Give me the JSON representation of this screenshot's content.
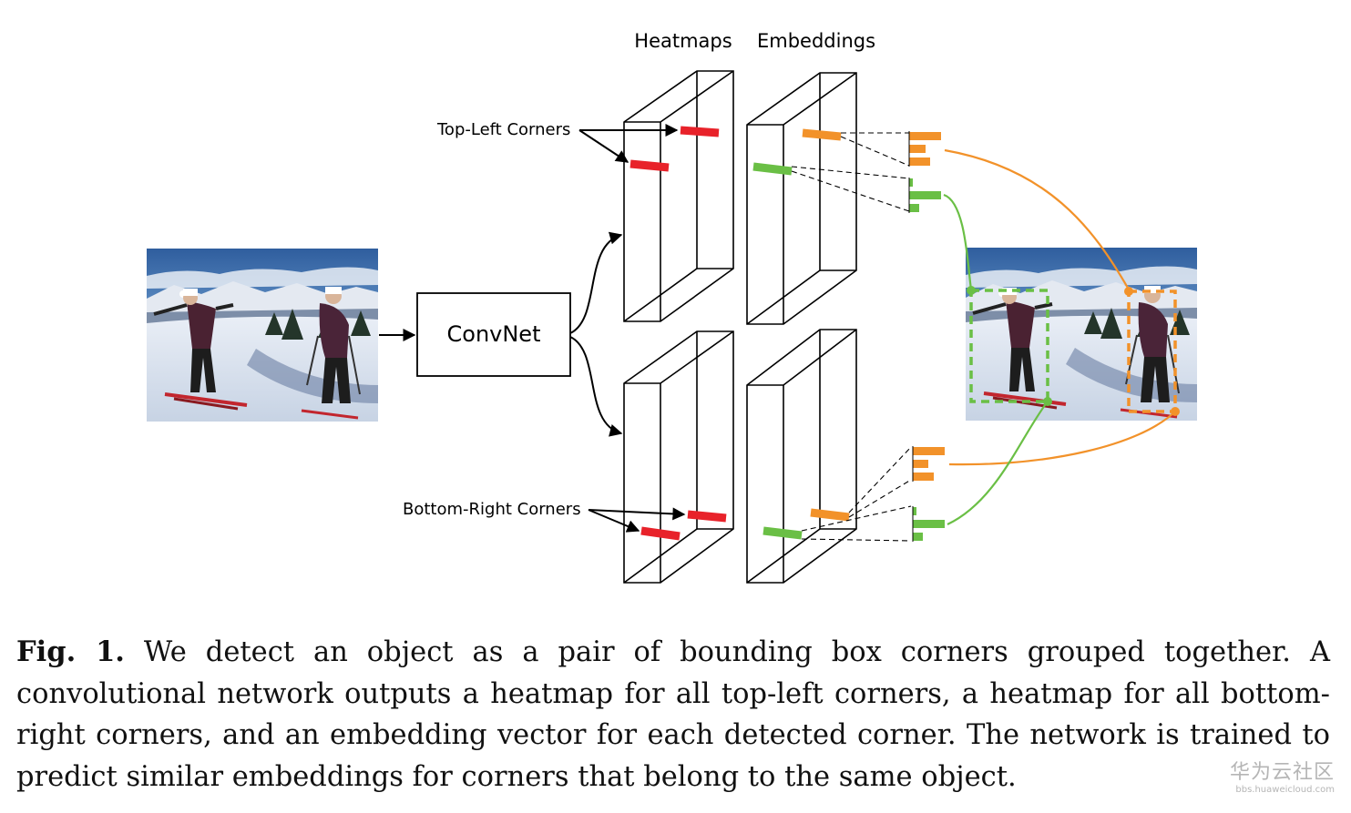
{
  "diagram": {
    "header_heatmaps": "Heatmaps",
    "header_embeddings": "Embeddings",
    "convnet_label": "ConvNet",
    "top_left_label": "Top-Left Corners",
    "bottom_right_label": "Bottom-Right Corners",
    "colors": {
      "heatmap_mark": "#e8222a",
      "embedding_orange": "#f2922a",
      "embedding_green": "#6abf45",
      "line": "#000000"
    }
  },
  "caption": {
    "label": "Fig. 1.",
    "text": "We detect an object as a pair of bounding box corners grouped together. A convolutional network outputs a heatmap for all top-left corners, a heatmap for all bottom-right corners, and an embedding vector for each detected corner. The network is trained to predict similar embeddings for corners that belong to the same object."
  },
  "watermark": {
    "main": "华为云社区",
    "sub": "bbs.huaweicloud.com"
  }
}
